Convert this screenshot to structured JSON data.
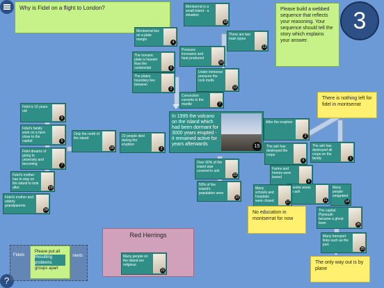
{
  "ui": {
    "menu_icon": "hamburger-icon",
    "help_label": "?",
    "timer": {
      "value": "3"
    }
  },
  "question": "Why is Fidel on a flight to London?",
  "instructions": "Please build a webbed sequence that reflects your reasoning. Your sequence should tell the story which explains your answer.",
  "red_herrings": {
    "title": "Red Herrings",
    "card": {
      "text": "Many people on the island are religious",
      "number": "21"
    }
  },
  "bottom_notes": {
    "line1": "Please put all",
    "line2": "Fidels",
    "line3": "Resulting problems",
    "line4": "groups apart",
    "label_right": "nents"
  },
  "big_card": {
    "text": "In 1995 the volcano on the island which had been dormant for 3000 years erupted - it remained active for years afterwards",
    "number": "15"
  },
  "notes": {
    "nothing_left": "There is nothing left for fidel in montserrat",
    "no_education": "No education in montserrat for now",
    "only_way": "The only way out is by plane"
  },
  "cards": [
    {
      "text": "Montserrat is a small island - a situation",
      "number": "18"
    },
    {
      "text": "Montserrat lies on a plate margin",
      "number": "4"
    },
    {
      "text": "There are two main types",
      "number": "13"
    },
    {
      "text": "The oceanic plate is heavier than the continental",
      "number": "6"
    },
    {
      "text": "Pressure increases and heat produced",
      "number": "10"
    },
    {
      "text": "The plates boundary lies between",
      "number": "2"
    },
    {
      "text": "Under immense pressure the rock melts",
      "number": "12"
    },
    {
      "text": "Convection currents in the mantle",
      "number": "7"
    },
    {
      "text": "Fidel is 16 years old",
      "number": "9"
    },
    {
      "text": "Fidel's family work on a farm close to the capital",
      "number": "5"
    },
    {
      "text": "Fidel dreams of going to university and becoming",
      "number": "7"
    },
    {
      "text": "Fidel's mother has to stay on the island to look after",
      "number": "19"
    },
    {
      "text": "Fidel's mother and elderly grandparents",
      "number": "24"
    },
    {
      "text": "Only the north of the island",
      "number": "16"
    },
    {
      "text": "23 people died during the eruption",
      "number": "3"
    },
    {
      "text": "After the eruption",
      "number": "3"
    },
    {
      "text": "The ash has destroyed the crops",
      "number": "6"
    },
    {
      "text": "The ash has destroyed all crops on the family",
      "number": "1"
    },
    {
      "text": "Over 60% of the island was covered in ash",
      "number": "23"
    },
    {
      "text": "50% of the island's population were",
      "number": "22"
    },
    {
      "text": "Farms and homes were buried",
      "number": "8"
    },
    {
      "text": "In some areas the ash",
      "number": "11"
    },
    {
      "text": "Many schools and hospitals were closed",
      "number": "17"
    },
    {
      "text": "Many people emigrated",
      "number": "14"
    },
    {
      "text": "The capital Plymouth became a ghost town",
      "number": "26"
    },
    {
      "text": "Many transport links such as the port",
      "number": "25"
    }
  ]
}
